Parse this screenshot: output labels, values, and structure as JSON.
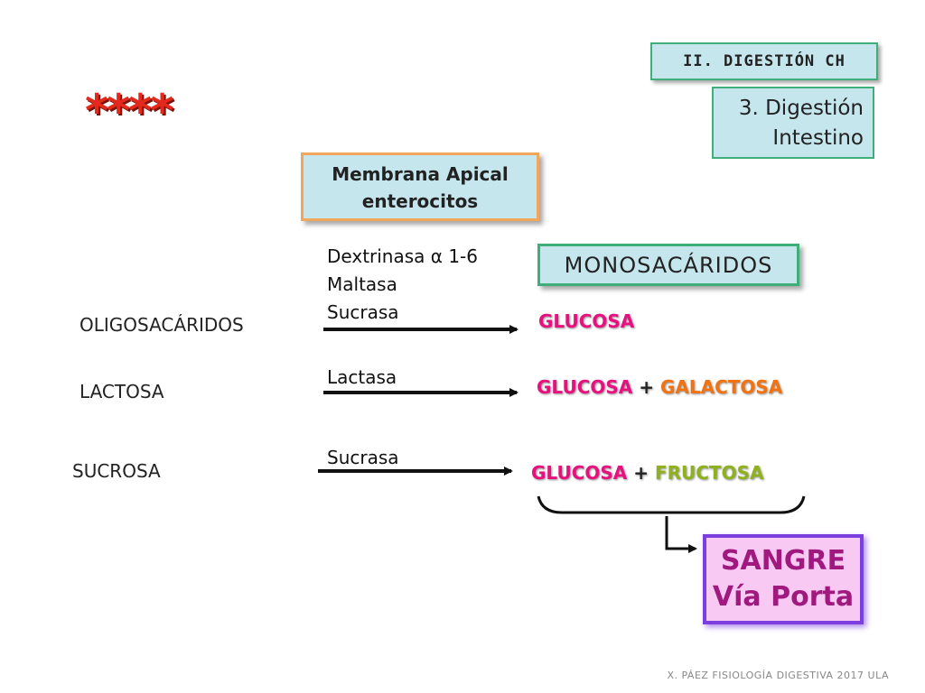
{
  "section_label": "II. DIGESTIÓN CH",
  "topic": {
    "line1": "3. Digestión",
    "line2": "Intestino"
  },
  "stars": "****",
  "apical_box": {
    "line1": "Membrana Apical",
    "line2": "enterocitos"
  },
  "monosaccharides_label": "MONOSACÁRIDOS",
  "rows": [
    {
      "substrate": "OLIGOSACÁRIDOS",
      "enzymes": [
        "Dextrinasa α 1-6",
        "Maltasa",
        "Sucrasa"
      ],
      "products": [
        "GLUCOSA"
      ]
    },
    {
      "substrate": "LACTOSA",
      "enzymes": [
        "Lactasa"
      ],
      "products": [
        "GLUCOSA",
        "GALACTOSA"
      ]
    },
    {
      "substrate": "SUCROSA",
      "enzymes": [
        "Sucrasa"
      ],
      "products": [
        "GLUCOSA",
        "FRUCTOSA"
      ]
    }
  ],
  "plus": "+",
  "destination": {
    "line1": "SANGRE",
    "line2": "Vía Porta"
  },
  "footer": "X. PÁEZ   FISIOLOGÍA DIGESTIVA 2017  ULA",
  "colors": {
    "glucosa": "#e8107e",
    "galactosa": "#f2720f",
    "fructosa": "#8fb21c",
    "destination": "#a0197f"
  }
}
